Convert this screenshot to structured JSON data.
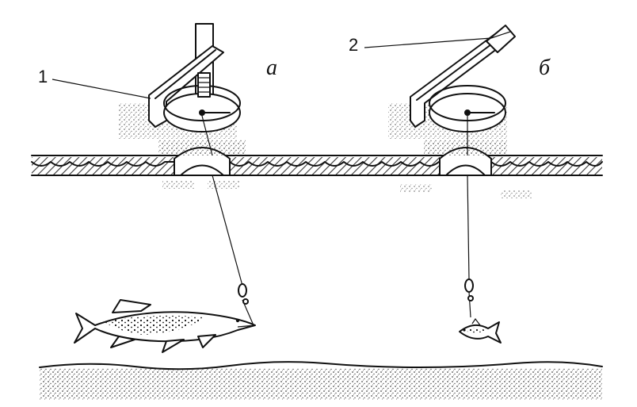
{
  "labels": {
    "callout_1": "1",
    "callout_2": "2",
    "panel_a": "а",
    "panel_b": "б"
  },
  "colors": {
    "ink": "#111111",
    "paper": "#ffffff"
  }
}
